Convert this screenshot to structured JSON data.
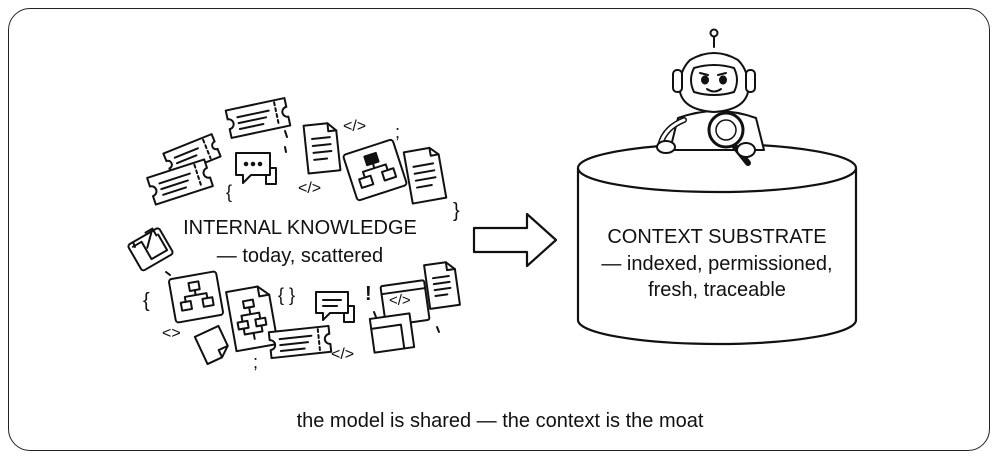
{
  "left": {
    "title": "INTERNAL KNOWLEDGE",
    "subtitle": "— today, scattered"
  },
  "right": {
    "title": "CONTEXT SUBSTRATE",
    "subtitle_line1": "— indexed, permissioned,",
    "subtitle_line2": "fresh, traceable"
  },
  "caption": "the model is shared — the context is the moat",
  "glyphs": {
    "code_tag": "</>",
    "code_tag_alt": "<>",
    "brace_open": "{",
    "brace_close": "}",
    "braces": "{ }",
    "semicolon": ";",
    "exclamation": "!"
  },
  "icons": [
    "ticket-icon",
    "chat-bubble-icon",
    "document-icon",
    "flowchart-icon",
    "code-window-icon",
    "share-arrow-icon",
    "robot-icon",
    "magnifier-icon",
    "database-icon",
    "arrow-right-icon"
  ],
  "colors": {
    "stroke": "#111111",
    "background": "#ffffff"
  }
}
